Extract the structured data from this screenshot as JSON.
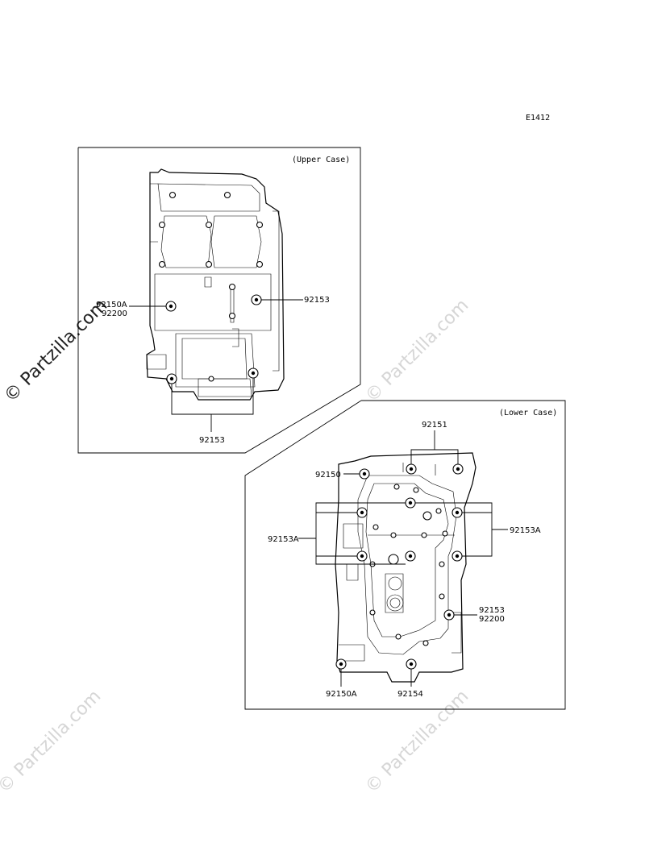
{
  "diagram_code": "E1412",
  "upper_case": {
    "title": "(Upper Case)",
    "callouts": {
      "left_top": "92150A",
      "left_bottom": "92200",
      "right": "92153",
      "bottom": "92153"
    }
  },
  "lower_case": {
    "title": "(Lower Case)",
    "callouts": {
      "top": "92151",
      "left_top": "92150",
      "left_mid": "92153A",
      "right_mid": "92153A",
      "right_low_top": "92153",
      "right_low_bottom": "92200",
      "bottom_left": "92150A",
      "bottom_mid": "92154"
    }
  },
  "watermarks": {
    "text": "© Partzilla.com"
  }
}
